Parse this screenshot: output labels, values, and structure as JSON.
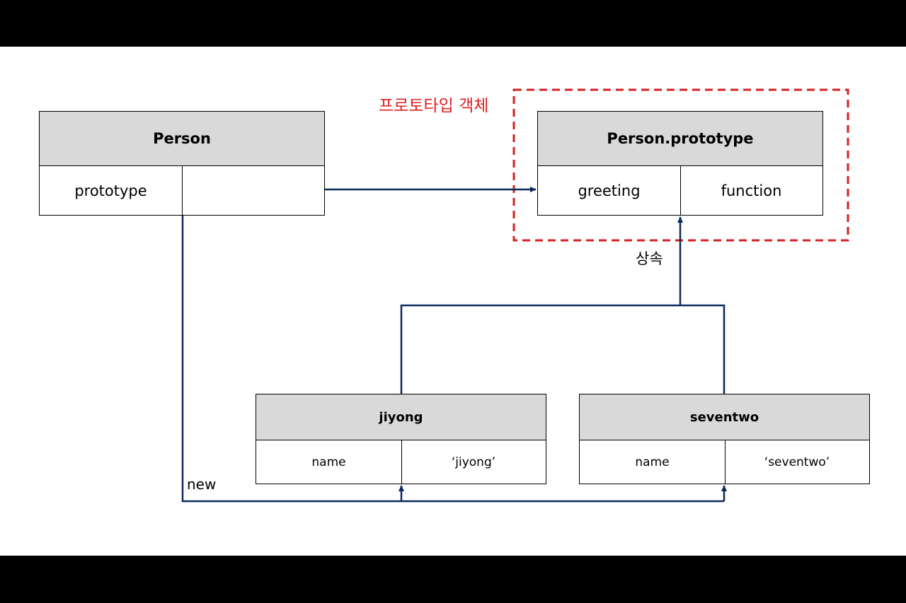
{
  "colors": {
    "line": "#0b2a5c",
    "header_fill": "#d9d9d9",
    "highlight_dash": "#d62020",
    "highlight_label": "#e02020",
    "background": "#ffffff",
    "letterbox": "#000000"
  },
  "labels": {
    "prototype_object": "프로토타입 객체",
    "inheritance": "상속",
    "new": "new"
  },
  "person": {
    "title": "Person",
    "key": "prototype",
    "value": ""
  },
  "person_prototype": {
    "title": "Person.prototype",
    "key": "greeting",
    "value": "function"
  },
  "instances": [
    {
      "title": "jiyong",
      "key": "name",
      "value": "‘jiyong’"
    },
    {
      "title": "seventwo",
      "key": "name",
      "value": "‘seventwo’"
    }
  ]
}
